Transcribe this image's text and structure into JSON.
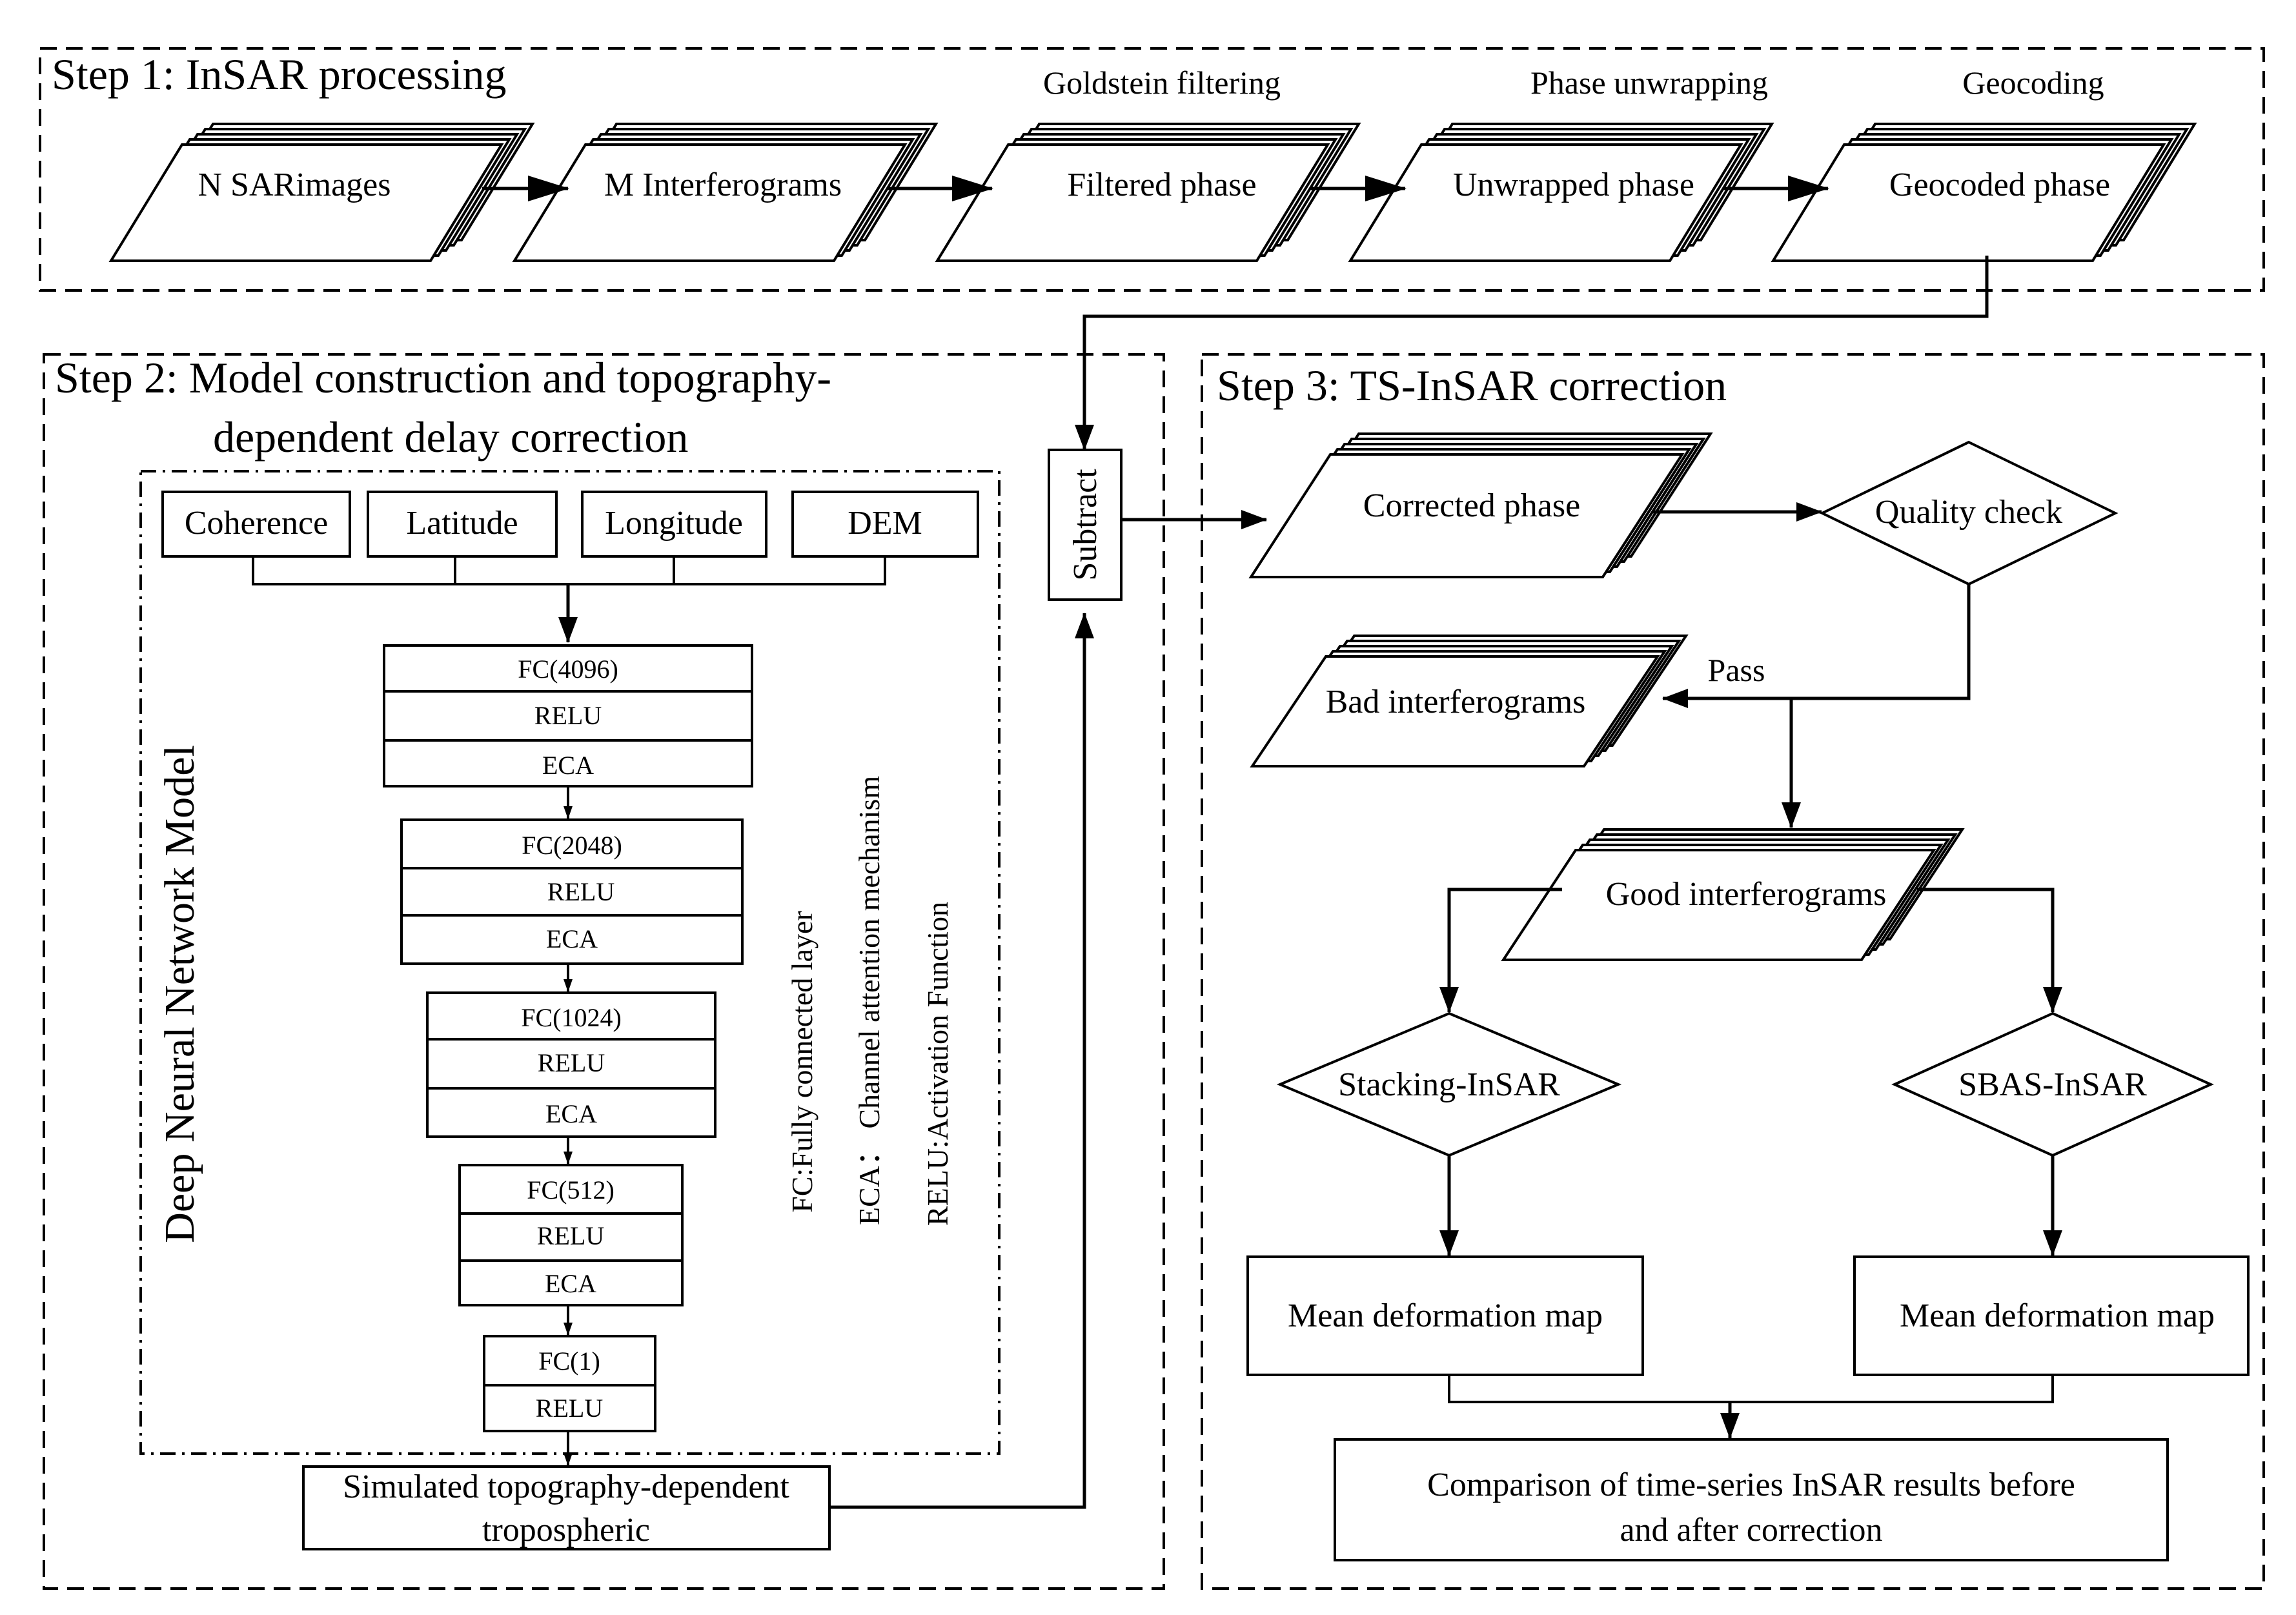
{
  "step1": {
    "title": "Step 1: InSAR processing",
    "nodes": [
      {
        "id": "sar",
        "label": "N SARimages",
        "above": ""
      },
      {
        "id": "interf",
        "label": "M Interferograms",
        "above": ""
      },
      {
        "id": "filtered",
        "label": "Filtered phase",
        "above": "Goldstein filtering"
      },
      {
        "id": "unwrapped",
        "label": "Unwrapped phase",
        "above": "Phase unwrapping"
      },
      {
        "id": "geocoded",
        "label": "Geocoded phase",
        "above": "Geocoding"
      }
    ]
  },
  "step2": {
    "title_line1": "Step 2: Model construction and topography-",
    "title_line2": "dependent delay correction",
    "model_title": "Deep Neural Network Model",
    "inputs": [
      "Coherence",
      "Latitude",
      "Longitude",
      "DEM"
    ],
    "layers": [
      [
        "FC(4096)",
        "RELU",
        "ECA"
      ],
      [
        "FC(2048)",
        "RELU",
        "ECA"
      ],
      [
        "FC(1024)",
        "RELU",
        "ECA"
      ],
      [
        "FC(512)",
        "RELU",
        "ECA"
      ],
      [
        "FC(1)",
        "RELU"
      ]
    ],
    "legend": [
      "FC:Fully connected layer",
      "ECA： Channel attention mechanism",
      "RELU:Activation Function"
    ],
    "output_line1": "Simulated topography-dependent",
    "output_line2": "tropospheric",
    "subtract": "Subtract"
  },
  "step3": {
    "title": "Step 3: TS-InSAR correction",
    "corrected": "Corrected phase",
    "quality_check": "Quality check",
    "bad": "Bad  interferograms",
    "pass": "Pass",
    "good": "Good  interferograms",
    "stacking": "Stacking-InSAR",
    "sbas": "SBAS-InSAR",
    "mean_left": "Mean deformation map",
    "mean_right": "Mean deformation map",
    "comparison_line1": "Comparison of time-series InSAR results before",
    "comparison_line2": "and after correction"
  }
}
